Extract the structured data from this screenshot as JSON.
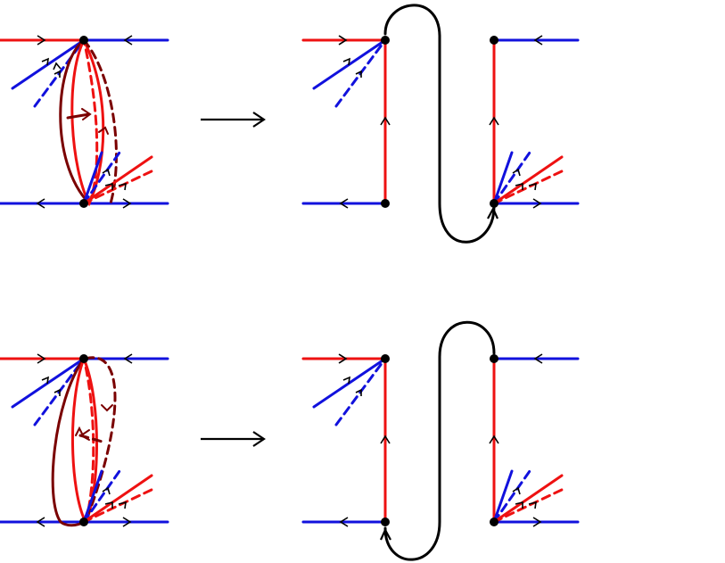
{
  "diagram": {
    "colors": {
      "red": "#ee1111",
      "blue": "#1111dd",
      "darkred": "#7a0000",
      "black": "#000000"
    },
    "rows": [
      {
        "id": "top",
        "transition": "right-arrow",
        "connector": "black-loop-to-lower-right-vertex"
      },
      {
        "id": "bottom",
        "transition": "right-arrow",
        "connector": "black-loop-to-lower-left-vertex"
      }
    ]
  }
}
